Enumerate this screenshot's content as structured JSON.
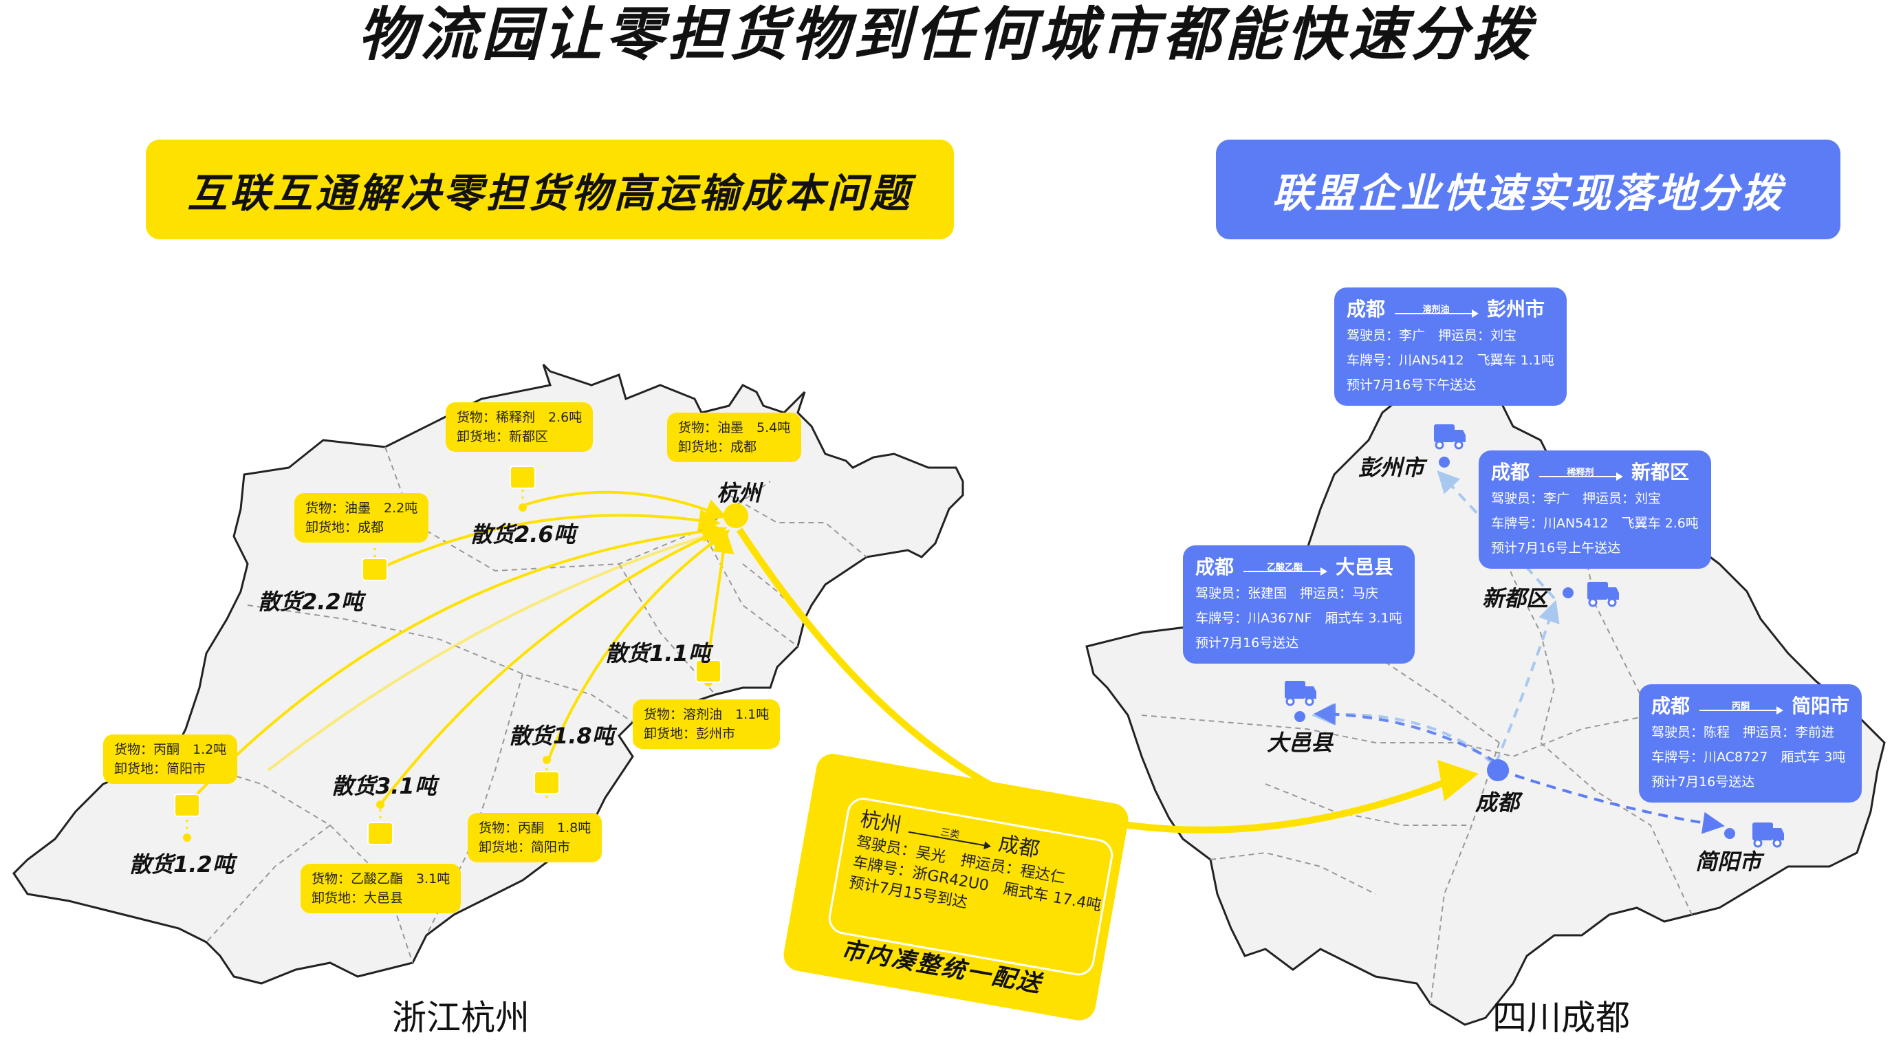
{
  "title": "物流园让零担货物到任何城市都能快速分拨",
  "banners": {
    "left": "互联互通解决零担货物高运输成本问题",
    "right": "联盟企业快速实现落地分拨"
  },
  "regions": {
    "left": "浙江杭州",
    "right": "四川成都"
  },
  "colors": {
    "yellow": "#ffe100",
    "blue": "#5b7cf5",
    "map_fill": "#f2f2f2"
  },
  "hangzhou": {
    "hub": "杭州",
    "cargo": [
      {
        "cargo": "货物：稀释剂　2.6吨",
        "dest": "卸货地：新都区"
      },
      {
        "cargo": "货物：油墨　5.4吨",
        "dest": "卸货地：成都"
      },
      {
        "cargo": "货物：油墨　2.2吨",
        "dest": "卸货地：成都"
      },
      {
        "cargo": "货物：溶剂油　1.1吨",
        "dest": "卸货地：彭州市"
      },
      {
        "cargo": "货物：丙酮　1.2吨",
        "dest": "卸货地：简阳市"
      },
      {
        "cargo": "货物：丙酮　1.8吨",
        "dest": "卸货地：简阳市"
      },
      {
        "cargo": "货物：乙酸乙酯　3.1吨",
        "dest": "卸货地：大邑县"
      }
    ],
    "loose": [
      "散货2.6吨",
      "散货2.2吨",
      "散货1.1吨",
      "散货1.8吨",
      "散货3.1吨",
      "散货1.2吨"
    ]
  },
  "ticket": {
    "from": "杭州",
    "to": "成都",
    "class": "三类",
    "driver": "驾驶员：吴光　押运员：程达仁",
    "plate": "车牌号：浙GR42U0　厢式车 17.4吨",
    "eta": "预计7月15号到达",
    "footer": "市内凑整统一配送"
  },
  "chengdu": {
    "hub": "成都",
    "cities": [
      "彭州市",
      "新都区",
      "大邑县",
      "简阳市"
    ],
    "cards": [
      {
        "from": "成都",
        "to": "彭州市",
        "cargo": "溶剂油",
        "crew": "驾驶员：李广　押运员：刘宝",
        "plate": "车牌号：川AN5412　飞翼车 1.1吨",
        "eta": "预计7月16号下午送达"
      },
      {
        "from": "成都",
        "to": "新都区",
        "cargo": "稀释剂",
        "crew": "驾驶员：李广　押运员：刘宝",
        "plate": "车牌号：川AN5412　飞翼车 2.6吨",
        "eta": "预计7月16号上午送达"
      },
      {
        "from": "成都",
        "to": "大邑县",
        "cargo": "乙酸乙酯",
        "crew": "驾驶员：张建国　押运员：马庆",
        "plate": "车牌号：川A367NF　厢式车 3.1吨",
        "eta": "预计7月16号送达"
      },
      {
        "from": "成都",
        "to": "简阳市",
        "cargo": "丙酮",
        "crew": "驾驶员：陈程　押运员：李前进",
        "plate": "车牌号：川AC8727　厢式车 3吨",
        "eta": "预计7月16号送达"
      }
    ]
  }
}
